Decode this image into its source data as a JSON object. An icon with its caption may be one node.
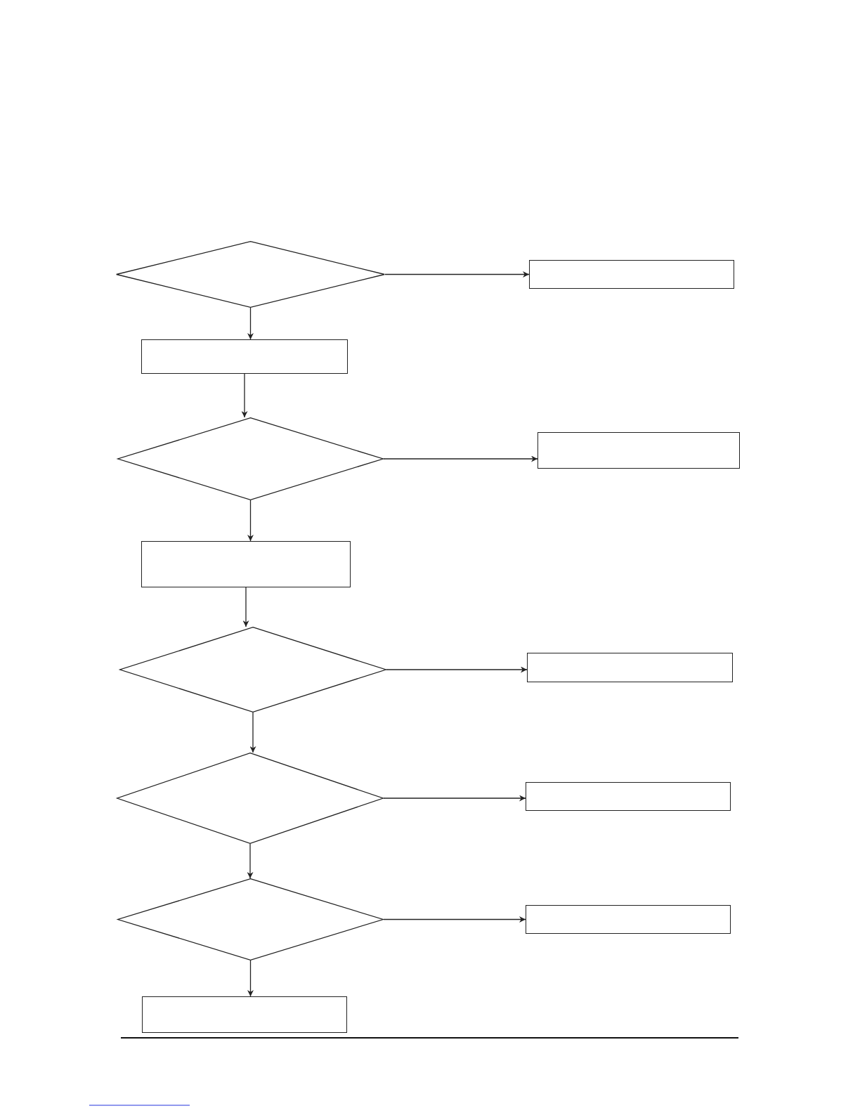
{
  "diagram": {
    "nodes": [
      {
        "text": [],
        "shape": "diamond"
      },
      {
        "text": [],
        "shape": "box"
      },
      {
        "text": [],
        "shape": "box"
      },
      {
        "text": [],
        "shape": "diamond"
      },
      {
        "text": [],
        "shape": "box"
      },
      {
        "text": [],
        "shape": "box"
      },
      {
        "text": [],
        "shape": "diamond"
      },
      {
        "text": [],
        "shape": "box"
      },
      {
        "text": [],
        "shape": "diamond"
      },
      {
        "text": [],
        "shape": "box"
      },
      {
        "text": [],
        "shape": "diamond"
      },
      {
        "text": [],
        "shape": "box"
      },
      {
        "text": [],
        "shape": "box"
      }
    ],
    "edges": [
      {
        "from": 0,
        "to": 1,
        "arrow": "to"
      },
      {
        "from": 0,
        "to": 2,
        "arrow": "to"
      },
      {
        "from": 2,
        "to": 3,
        "arrow": "to"
      },
      {
        "from": 3,
        "to": 4,
        "arrow": "to"
      },
      {
        "from": 3,
        "to": 5,
        "arrow": "to"
      },
      {
        "from": 5,
        "to": 6,
        "arrow": "to"
      },
      {
        "from": 6,
        "to": 7,
        "arrow": "to"
      },
      {
        "from": 6,
        "to": 8,
        "arrow": "to"
      },
      {
        "from": 8,
        "to": 9,
        "arrow": "to"
      },
      {
        "from": 8,
        "to": 10,
        "arrow": "to"
      },
      {
        "from": 10,
        "to": 11,
        "arrow": "to"
      },
      {
        "from": 10,
        "to": 12,
        "arrow": "to"
      }
    ]
  }
}
